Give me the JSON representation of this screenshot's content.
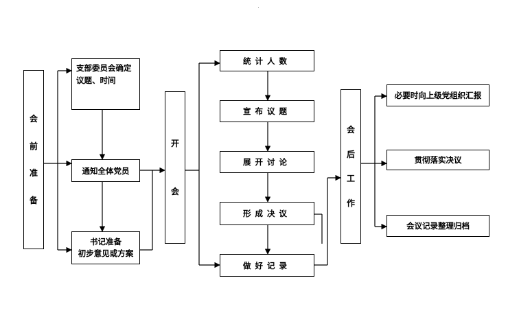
{
  "prep": {
    "chars": [
      "会",
      "前",
      "准",
      "备"
    ]
  },
  "committee": {
    "line1": "支部委员会确定",
    "line2": "议题、时间"
  },
  "notify": {
    "label": "通知全体党员"
  },
  "secretary": {
    "line1": "书记准备",
    "line2": "初步意见或方案"
  },
  "meeting": {
    "chars": [
      "开",
      "会"
    ]
  },
  "steps": {
    "count": "统计人数",
    "announce": "宣布议题",
    "discuss": "展开讨论",
    "resolve": "形成决议",
    "record": "做好记录"
  },
  "after": {
    "chars": [
      "会",
      "后",
      "工",
      "作"
    ]
  },
  "outcomes": {
    "report": "必要时向上级党组织汇报",
    "implement": "贯彻落实决议",
    "archive": "会议记录整理归档"
  }
}
